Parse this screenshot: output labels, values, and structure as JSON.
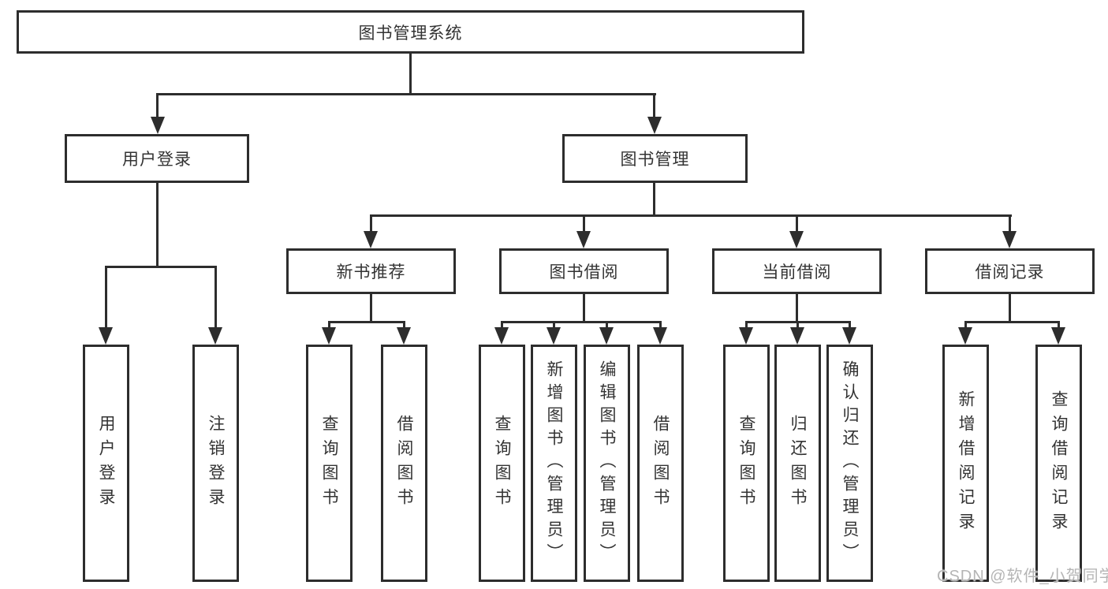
{
  "nodes": {
    "root": "图书管理系统",
    "level2": {
      "user_login": "用户登录",
      "book_mgmt": "图书管理"
    },
    "level3": {
      "new_books": "新书推荐",
      "borrowing": "图书借阅",
      "current": "当前借阅",
      "records": "借阅记录"
    },
    "leaves": {
      "g1": [
        "用户登录",
        "注销登录"
      ],
      "g2": [
        "查询图书",
        "借阅图书"
      ],
      "g3": [
        "查询图书",
        "新增图书（管理员）",
        "编辑图书（管理员）",
        "借阅图书"
      ],
      "g4": [
        "查询图书",
        "归还图书",
        "确认归还（管理员）"
      ],
      "g5": [
        "新增借阅记录",
        "查询借阅记录"
      ]
    }
  },
  "watermark": "CSDN @软件_小贺同学",
  "colors": {
    "line": "#2d2d2d",
    "text": "#333333",
    "background": "#ffffff",
    "watermark": "#b5b5b5"
  }
}
